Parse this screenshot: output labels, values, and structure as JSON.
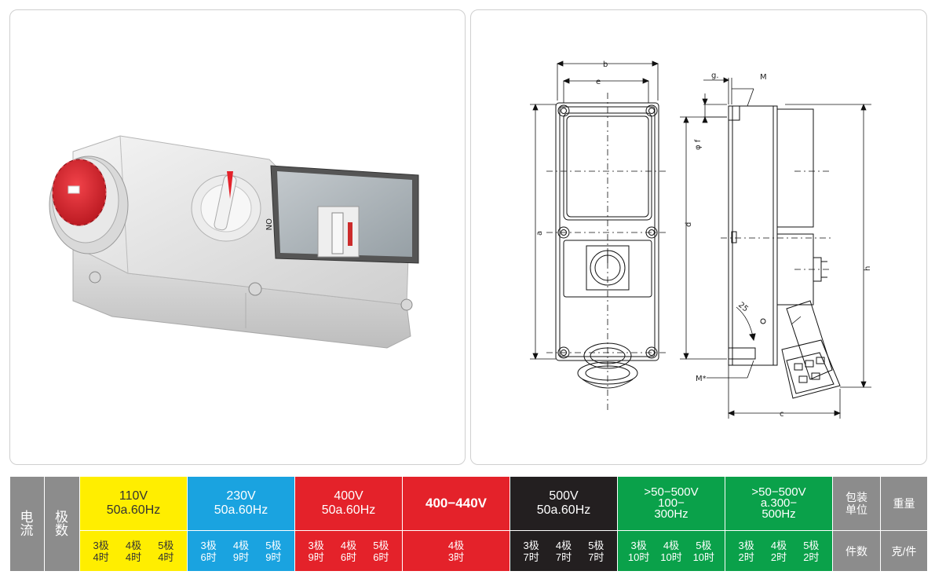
{
  "drawing": {
    "labels": {
      "b": "b",
      "e": "e",
      "g": "g.",
      "M": "M",
      "phi_f": "φ f",
      "a": "a",
      "d": "d",
      "h": "h",
      "angle": "25",
      "M_star": "M*",
      "c": "c"
    }
  },
  "table": {
    "current_label": [
      "电",
      "流"
    ],
    "poles_label": [
      "极",
      "数"
    ],
    "columns": [
      {
        "voltage": [
          "110V",
          "50a.60Hz"
        ],
        "color": "#ffee00",
        "poles": [
          {
            "p": "3极",
            "h": "4时"
          },
          {
            "p": "4极",
            "h": "4时"
          },
          {
            "p": "5极",
            "h": "4时"
          }
        ]
      },
      {
        "voltage": [
          "230V",
          "50a.60Hz"
        ],
        "color": "#1aa3e0",
        "poles": [
          {
            "p": "3极",
            "h": "6时"
          },
          {
            "p": "4极",
            "h": "9时"
          },
          {
            "p": "5极",
            "h": "9时"
          }
        ]
      },
      {
        "voltage": [
          "400V",
          "50a.60Hz"
        ],
        "color": "#e4222a",
        "poles": [
          {
            "p": "3极",
            "h": "9时"
          },
          {
            "p": "4极",
            "h": "6时"
          },
          {
            "p": "5极",
            "h": "6时"
          }
        ]
      },
      {
        "voltage": [
          "400−440V"
        ],
        "color": "#e4222a",
        "poles": [
          {
            "p": "4极",
            "h": "3时"
          }
        ]
      },
      {
        "voltage": [
          "500V",
          "50a.60Hz"
        ],
        "color": "#231f20",
        "poles": [
          {
            "p": "3极",
            "h": "7时"
          },
          {
            "p": "4极",
            "h": "7时"
          },
          {
            "p": "5极",
            "h": "7时"
          }
        ]
      },
      {
        "voltage": [
          ">50−500V",
          "100−",
          "300Hz"
        ],
        "color": "#0aa14a",
        "poles": [
          {
            "p": "3极",
            "h": "10时"
          },
          {
            "p": "4极",
            "h": "10时"
          },
          {
            "p": "5极",
            "h": "10时"
          }
        ]
      },
      {
        "voltage": [
          ">50−500V",
          "a.300−",
          "500Hz"
        ],
        "color": "#0aa14a",
        "poles": [
          {
            "p": "3极",
            "h": "2时"
          },
          {
            "p": "4极",
            "h": "2时"
          },
          {
            "p": "5极",
            "h": "2时"
          }
        ]
      }
    ],
    "package_unit": [
      "包装",
      "单位"
    ],
    "weight": "重量",
    "pieces": "件数",
    "grams_per_piece": "克/件"
  }
}
